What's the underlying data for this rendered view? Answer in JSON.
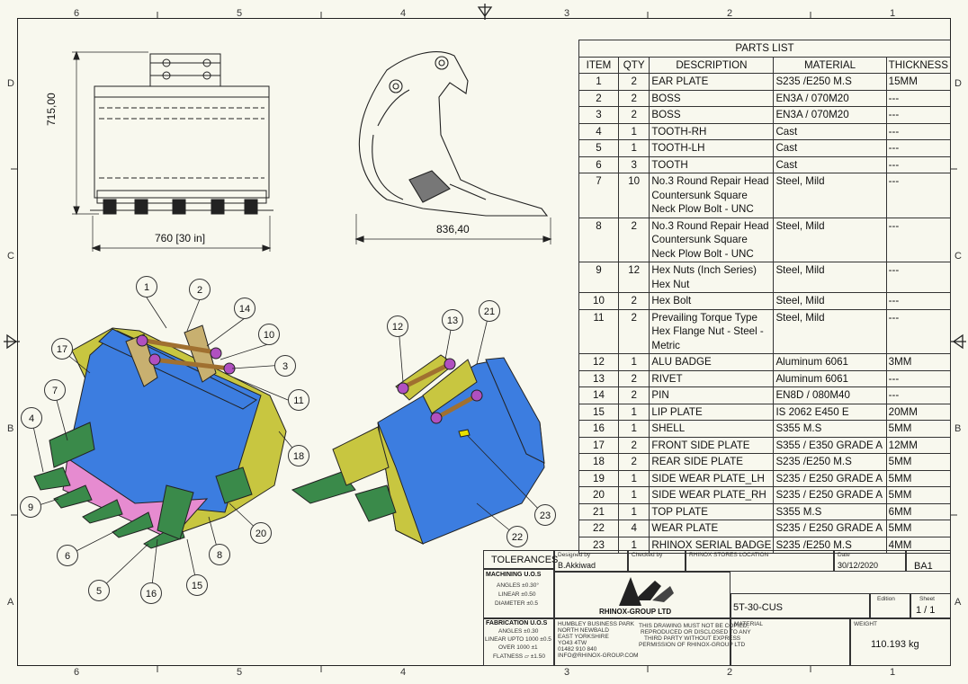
{
  "zones": {
    "top": [
      "6",
      "5",
      "4",
      "3",
      "2",
      "1"
    ],
    "side_left": [
      "D",
      "C",
      "B",
      "A"
    ],
    "side_right": [
      "D",
      "C",
      "B",
      "A"
    ]
  },
  "dimensions": {
    "height": "715,00",
    "width": "760 [30 in]",
    "side_width": "836,40"
  },
  "parts_list": {
    "title": "PARTS LIST",
    "headers": [
      "ITEM",
      "QTY",
      "DESCRIPTION",
      "MATERIAL",
      "THICKNESS"
    ],
    "rows": [
      {
        "item": "1",
        "qty": "2",
        "desc": "EAR PLATE",
        "mat": "S235 /E250 M.S",
        "thick": "15MM"
      },
      {
        "item": "2",
        "qty": "2",
        "desc": "BOSS",
        "mat": "EN3A / 070M20",
        "thick": "---"
      },
      {
        "item": "3",
        "qty": "2",
        "desc": "BOSS",
        "mat": "EN3A / 070M20",
        "thick": "---"
      },
      {
        "item": "4",
        "qty": "1",
        "desc": "TOOTH-RH",
        "mat": "Cast",
        "thick": "---"
      },
      {
        "item": "5",
        "qty": "1",
        "desc": "TOOTH-LH",
        "mat": "Cast",
        "thick": "---"
      },
      {
        "item": "6",
        "qty": "3",
        "desc": "TOOTH",
        "mat": "Cast",
        "thick": "---"
      },
      {
        "item": "7",
        "qty": "10",
        "desc": "No.3  Round Repair Head Countersunk Square Neck Plow Bolt - UNC",
        "mat": "Steel, Mild",
        "thick": "---"
      },
      {
        "item": "8",
        "qty": "2",
        "desc": "No.3  Round Repair Head Countersunk Square Neck Plow Bolt - UNC",
        "mat": "Steel, Mild",
        "thick": "---"
      },
      {
        "item": "9",
        "qty": "12",
        "desc": "Hex Nuts (Inch Series) Hex Nut",
        "mat": "Steel, Mild",
        "thick": "---"
      },
      {
        "item": "10",
        "qty": "2",
        "desc": "Hex Bolt",
        "mat": "Steel, Mild",
        "thick": "---"
      },
      {
        "item": "11",
        "qty": "2",
        "desc": "Prevailing Torque Type Hex Flange Nut  - Steel - Metric",
        "mat": "Steel, Mild",
        "thick": "---"
      },
      {
        "item": "12",
        "qty": "1",
        "desc": "ALU BADGE",
        "mat": "Aluminum 6061",
        "thick": "3MM"
      },
      {
        "item": "13",
        "qty": "2",
        "desc": "RIVET",
        "mat": "Aluminum 6061",
        "thick": "---"
      },
      {
        "item": "14",
        "qty": "2",
        "desc": "PIN",
        "mat": "EN8D / 080M40",
        "thick": "---"
      },
      {
        "item": "15",
        "qty": "1",
        "desc": "LIP PLATE",
        "mat": "IS 2062 E450 E",
        "thick": "20MM"
      },
      {
        "item": "16",
        "qty": "1",
        "desc": "SHELL",
        "mat": "S355 M.S",
        "thick": "5MM"
      },
      {
        "item": "17",
        "qty": "2",
        "desc": "FRONT SIDE PLATE",
        "mat": "S355 / E350 GRADE A",
        "thick": "12MM"
      },
      {
        "item": "18",
        "qty": "2",
        "desc": "REAR SIDE PLATE",
        "mat": "S235 /E250 M.S",
        "thick": "5MM"
      },
      {
        "item": "19",
        "qty": "1",
        "desc": "SIDE WEAR PLATE_LH",
        "mat": "S235 / E250 GRADE A",
        "thick": "5MM"
      },
      {
        "item": "20",
        "qty": "1",
        "desc": "SIDE WEAR PLATE_RH",
        "mat": "S235 / E250 GRADE A",
        "thick": "5MM"
      },
      {
        "item": "21",
        "qty": "1",
        "desc": "TOP PLATE",
        "mat": "S355 M.S",
        "thick": "6MM"
      },
      {
        "item": "22",
        "qty": "4",
        "desc": "WEAR PLATE",
        "mat": "S235 / E250 GRADE A",
        "thick": "5MM"
      },
      {
        "item": "23",
        "qty": "1",
        "desc": "RHINOX SERIAL BADGE",
        "mat": "S235 /E250 M.S",
        "thick": "4MM"
      }
    ]
  },
  "title_block": {
    "tolerances": "TOLERANCES",
    "designed_by_label": "Designed by",
    "designed_by": "B.Akkiwad",
    "checked_by_label": "Checked by",
    "location_label": "RHINOX STORES LOCATION",
    "date_label": "Date",
    "date": "30/12/2020",
    "sheet_size": "BA1",
    "machining_title": "MACHINING U.O.S",
    "machining_lines": [
      "ANGLES ±0.30°",
      "LINEAR ±0.50",
      "DIAMETER ±0.5"
    ],
    "fabrication_title": "FABRICATION U.O.S",
    "fabrication_lines": [
      "ANGLES ±0.30",
      "LINEAR UPTO 1000 ±0.5",
      "OVER 1000 ±1",
      "FLATNESS ⏥ ±1.50"
    ],
    "company": "RHINOX-GROUP LTD",
    "part_number": "5T-30-CUS",
    "edition_label": "Edition",
    "sheet_label": "Sheet",
    "sheet": "1 / 1",
    "material_label": "MATERIAL",
    "weight_label": "WEIGHT",
    "weight": "110.193 kg",
    "address_lines": [
      "HUMBLEY BUSINESS PARK",
      "NORTH NEWBALD",
      "EAST YORKSHIRE",
      "YO43 4TW",
      "01482 910 840",
      "INFO@RHINOX-GROUP.COM"
    ],
    "notice_lines": [
      "THIS DRAWING MUST NOT BE COPIED,",
      "REPRODUCED OR DISCLOSED TO ANY",
      "THIRD PARTY WITHOUT EXPRESS",
      "PERMISSION OF RHINOX-GROUP LTD"
    ]
  },
  "balloons_left": [
    "1",
    "2",
    "14",
    "10",
    "3",
    "11",
    "18",
    "20",
    "8",
    "15",
    "16",
    "5",
    "6",
    "9",
    "4",
    "7",
    "17"
  ],
  "balloons_right": [
    "12",
    "13",
    "21",
    "23",
    "22"
  ],
  "colors": {
    "shell": "#3c7de0",
    "side": "#c8c640",
    "tooth": "#3a8a4a",
    "wear": "#e68bd0",
    "ear": "#c8b070",
    "boss": "#b050c0"
  }
}
